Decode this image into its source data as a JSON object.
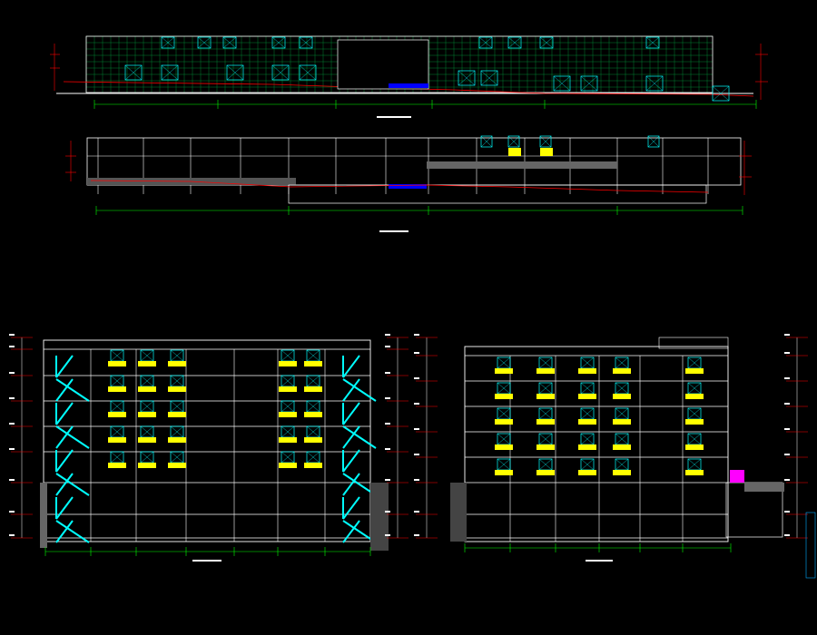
{
  "drawing": {
    "background": "#000000",
    "colors": {
      "line": "#ffffff",
      "grid": "#00b050",
      "dim": "#00ff00",
      "window": "#00ffff",
      "glass": "#ffff00",
      "accent": "#ff0000",
      "water": "#0000ff",
      "magenta": "#ff00ff",
      "hatch": "#777777"
    },
    "views": [
      {
        "name": "long-elevation",
        "caption": ""
      },
      {
        "name": "long-section",
        "caption": ""
      },
      {
        "name": "cross-section-a",
        "caption": ""
      },
      {
        "name": "cross-section-b",
        "caption": ""
      }
    ]
  }
}
